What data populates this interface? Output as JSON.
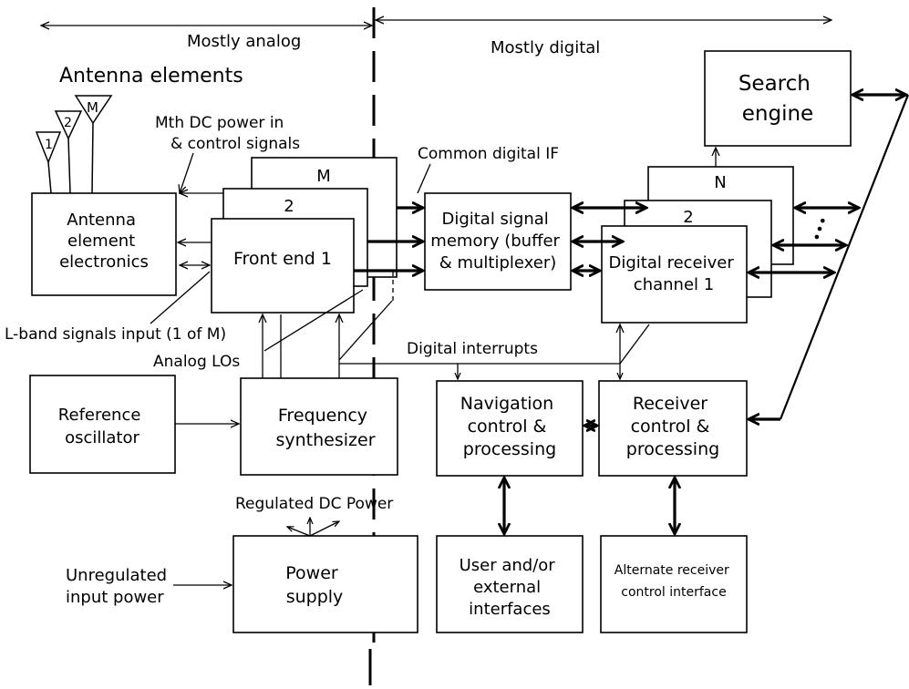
{
  "regions": {
    "analog": "Mostly analog",
    "digital": "Mostly digital"
  },
  "labels": {
    "antenna_elements": "Antenna elements",
    "mth_dc_line1": "Mth DC power in",
    "mth_dc_line2": "& control signals",
    "common_if": "Common digital IF",
    "lband": "L-band signals input (1 of M)",
    "analog_los": "Analog LOs",
    "digital_interrupts": "Digital interrupts",
    "regulated_dc": "Regulated DC Power",
    "unregulated_line1": "Unregulated",
    "unregulated_line2": "input power"
  },
  "antennas": [
    "1",
    "2",
    "M"
  ],
  "blocks": {
    "antenna_electronics": [
      "Antenna",
      "element",
      "electronics"
    ],
    "front_end_m": "M",
    "front_end_2": "2",
    "front_end_1": "Front end 1",
    "signal_memory": [
      "Digital signal",
      "memory (buffer",
      "& multiplexer)"
    ],
    "search_engine": [
      "Search",
      "engine"
    ],
    "rx_channel_n": "N",
    "rx_channel_2": "2",
    "rx_channel_1": [
      "Digital receiver",
      "channel 1"
    ],
    "ellipsis": "•••",
    "reference_oscillator": [
      "Reference",
      "oscillator"
    ],
    "frequency_synthesizer": [
      "Frequency",
      "synthesizer"
    ],
    "nav_control": [
      "Navigation",
      "control &",
      "processing"
    ],
    "rx_control": [
      "Receiver",
      "control &",
      "processing"
    ],
    "power_supply": [
      "Power",
      "supply"
    ],
    "user_interfaces": [
      "User and/or",
      "external",
      "interfaces"
    ],
    "alternate_interface": [
      "Alternate receiver",
      "control interface"
    ]
  }
}
